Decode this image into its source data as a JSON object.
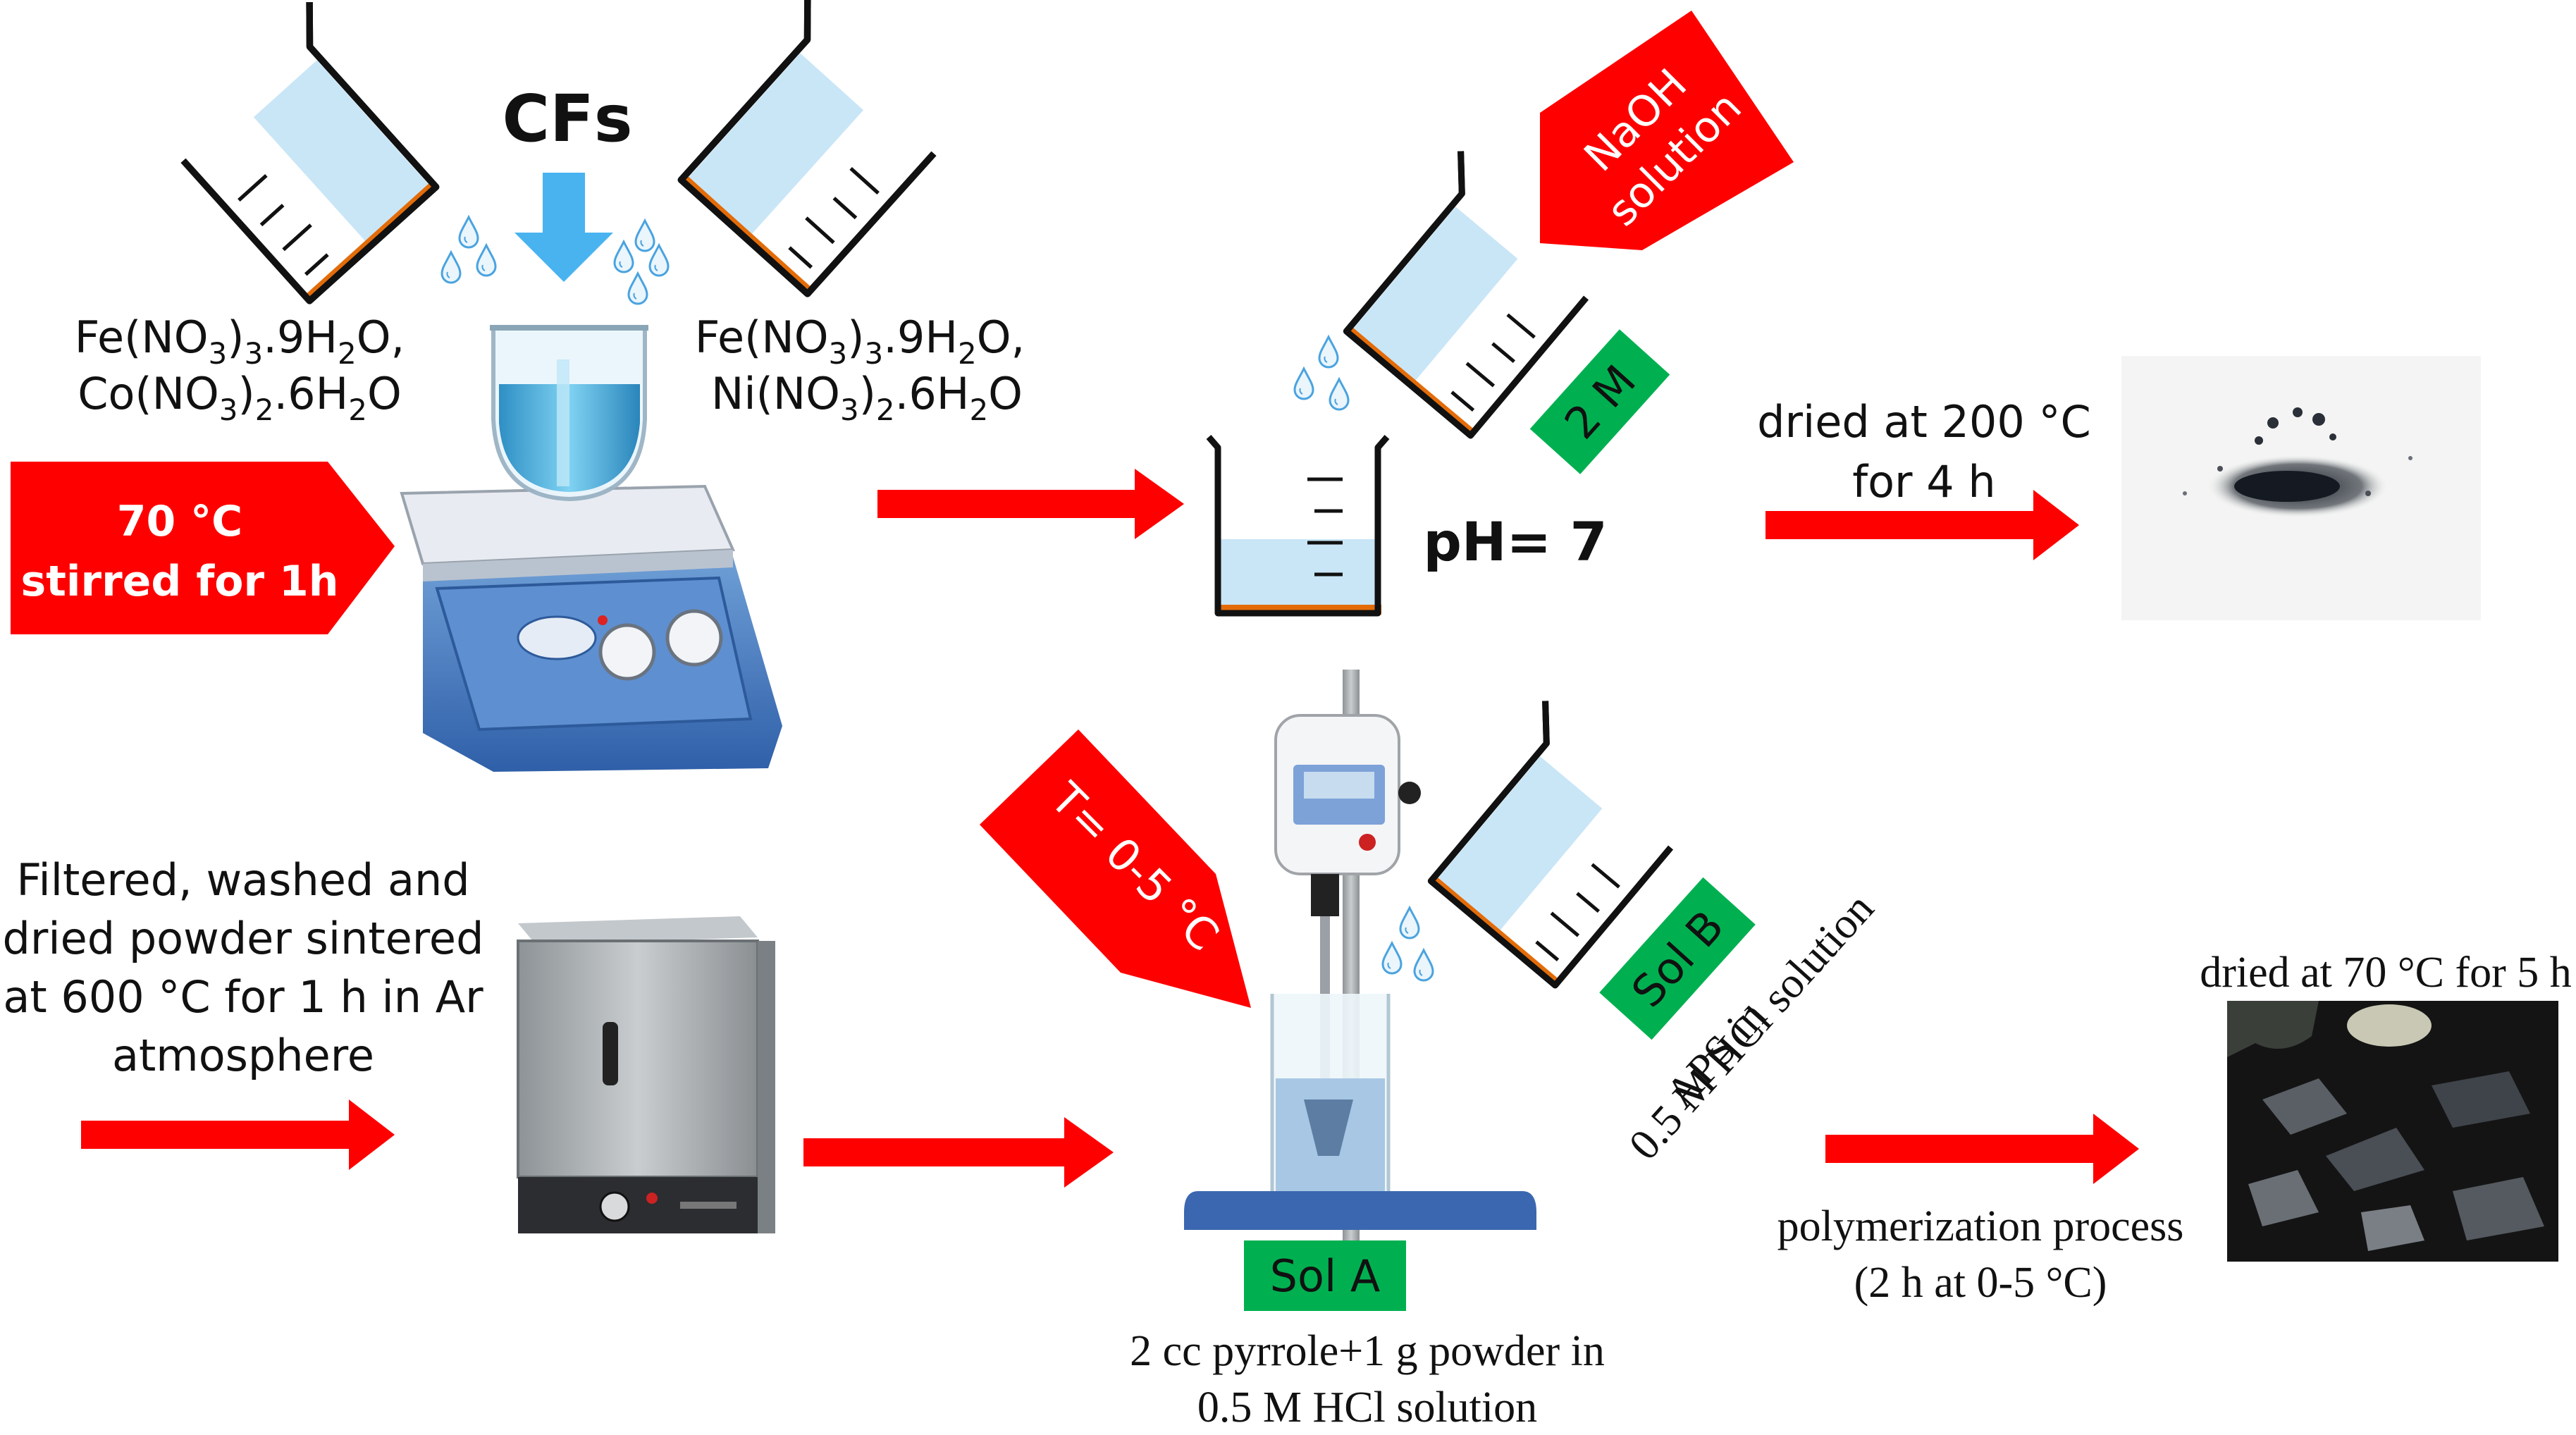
{
  "colors": {
    "arrow_red": "#ff0000",
    "label_green": "#00b050",
    "liquid_blue": "#c9e6f7",
    "beaker_base": "#e36c09",
    "drop_blue": "#4aa3df",
    "cfs_arrow": "#49b3f0"
  },
  "icons": [
    "beaker-icon",
    "water-drop-icon",
    "hotplate-stirrer-icon",
    "furnace-icon",
    "overhead-stirrer-icon",
    "powder-photo",
    "polymer-photo"
  ],
  "labels": {
    "cfs": "CFs",
    "left_salts": [
      "Fe(NO",
      "3",
      ")",
      "3",
      ".9H",
      "2",
      "O,",
      "Co(NO",
      "3",
      ")",
      "2",
      ".6H",
      "2",
      "O"
    ],
    "right_salts": [
      "Fe(NO",
      "3",
      ")",
      "3",
      ".9H",
      "2",
      "O,",
      "Ni(NO",
      "3",
      ")",
      "2",
      ".6H",
      "2",
      "O"
    ],
    "heat_line1": "70 °C",
    "heat_line2": "stirred for 1h",
    "naoh_line1": "NaOH",
    "naoh_line2": "solution",
    "conc_2m": "2 M",
    "ph": "pH= 7",
    "dry1_line1": "dried at 200 °C",
    "dry1_line2": "for 4 h",
    "sinter_lines": [
      "Filtered, washed and",
      "dried powder sintered",
      "at 600 °C for 1 h in Ar",
      "atmosphere"
    ],
    "temp": "T= 0-5 °C",
    "sol_b": "Sol B",
    "aps_line1": "APS in",
    "aps_line2": "0.5 M HCl solution",
    "sol_a": "Sol A",
    "sol_a_desc1": "2 cc pyrrole+1 g powder in",
    "sol_a_desc2": "0.5 M HCl solution",
    "dry2": "dried at 70 °C for 5 h",
    "poly_line1": "polymerization process",
    "poly_line2": "(2 h at 0-5 °C)"
  }
}
